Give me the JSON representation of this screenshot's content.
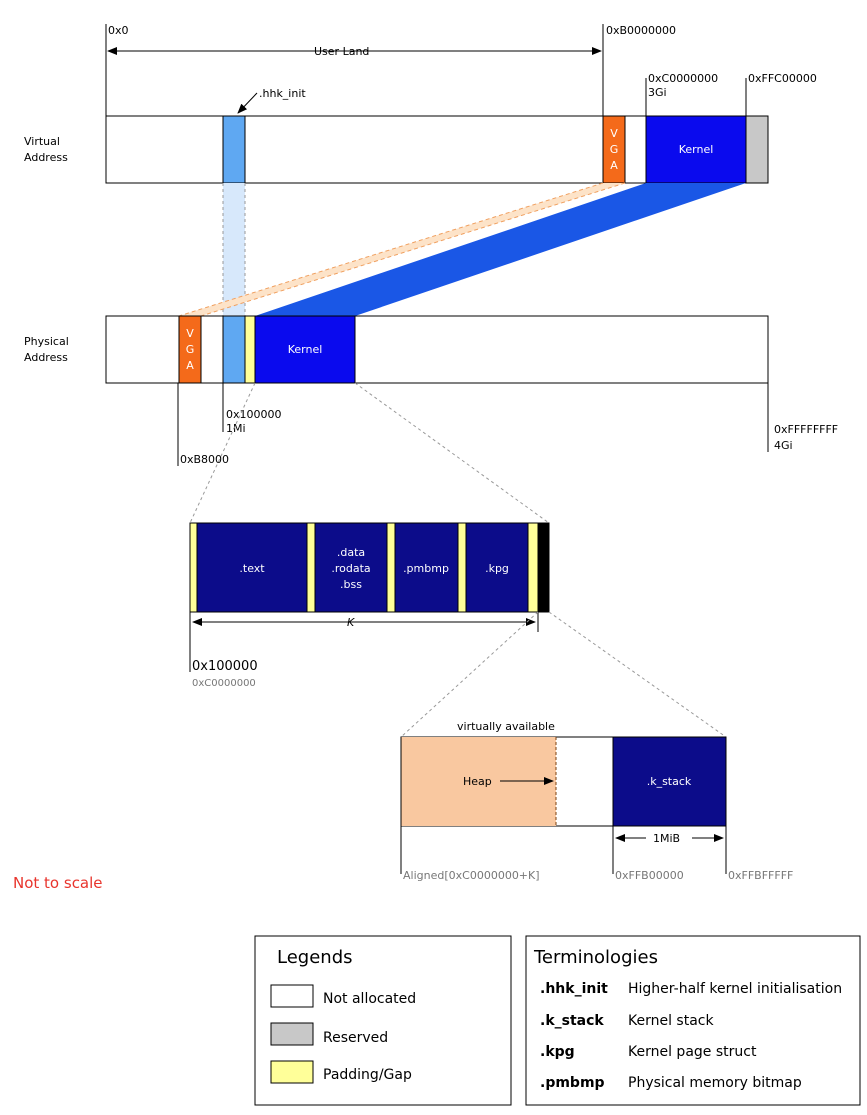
{
  "virtual": {
    "label_line1": "Virtual",
    "label_line2": "Address",
    "addr_start": "0x0",
    "user_land": "User Land",
    "vga_addr": "0xB0000000",
    "kernel_addr": "0xC0000000",
    "kernel_addr_note": "3Gi",
    "reserved_addr": "0xFFC00000",
    "hhk_init": ".hhk_init",
    "vga_letters": [
      "V",
      "G",
      "A"
    ],
    "kernel": "Kernel"
  },
  "physical": {
    "label_line1": "Physical",
    "label_line2": "Address",
    "vga_letters": [
      "V",
      "G",
      "A"
    ],
    "kernel": "Kernel",
    "hhk_addr": "0x100000",
    "hhk_addr_note": "1Mi",
    "vga_addr": "0xB8000",
    "end_addr": "0xFFFFFFFF",
    "end_addr_note": "4Gi"
  },
  "kernel_detail": {
    "text": ".text",
    "data_line1": ".data",
    "data_line2": ".rodata",
    "data_line3": ".bss",
    "pmbmp": ".pmbmp",
    "kpg": ".kpg",
    "k_label": "K",
    "start_addr": "0x100000",
    "start_addr_virtual": "0xC0000000"
  },
  "heap_detail": {
    "virtually_available": "virtually available",
    "heap": "Heap",
    "k_stack": ".k_stack",
    "size": "1MiB",
    "heap_addr": "Aligned[0xC0000000+K]",
    "stack_addr": "0xFFB00000",
    "stack_end_addr": "0xFFBFFFFF"
  },
  "not_to_scale": "Not to scale",
  "legends": {
    "title": "Legends",
    "items": [
      {
        "label": "Not allocated",
        "color": "#ffffff"
      },
      {
        "label": "Reserved",
        "color": "#c8c8c8"
      },
      {
        "label": "Padding/Gap",
        "color": "#ffff99"
      }
    ]
  },
  "terminologies": {
    "title": "Terminologies",
    "items": [
      {
        "term": ".hhk_init",
        "desc": "Higher-half kernel initialisation"
      },
      {
        "term": ".k_stack",
        "desc": "Kernel stack"
      },
      {
        "term": ".kpg",
        "desc": "Kernel page struct"
      },
      {
        "term": ".pmbmp",
        "desc": "Physical memory bitmap"
      }
    ]
  },
  "colors": {
    "vga": "#f46a1a",
    "kernel": "#0a0aee",
    "hhk": "#5fa8f2",
    "section": "#0c0c8a",
    "padding": "#ffff99",
    "reserved": "#c8c8c8",
    "heap": "#f9c8a0"
  }
}
